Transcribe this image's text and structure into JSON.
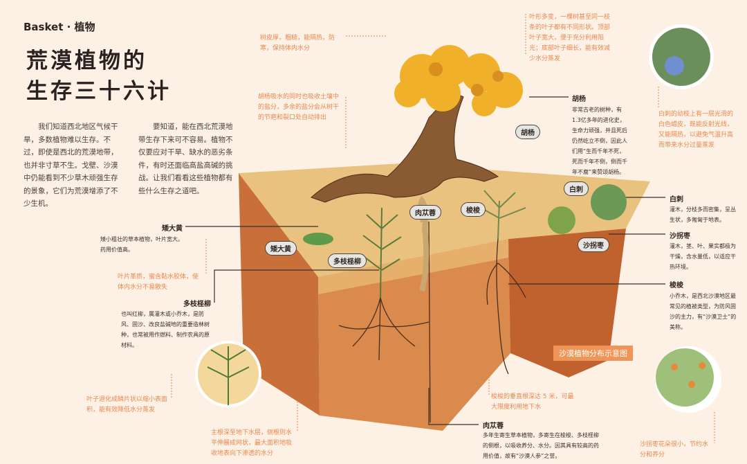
{
  "header": {
    "kicker": "Basket · 植物",
    "title_line1": "荒漠植物的",
    "title_line2": "生存三十六计"
  },
  "intro": {
    "para1": "我们知道西北地区气候干旱，多数植物难以生存。不过，即使是西北的荒漠地带，也并非寸草不生。戈壁、沙漠中仍能看到不少草木顽强生存的景象，它们为荒漠增添了不少生机。",
    "para2": "要知道，能在西北荒漠地带生存下来可不容易。植物不仅要应对干旱、缺水的恶劣条件，有时还面临高盐高碱的挑战。让我们看看这些植物都有些什么生存之道吧。"
  },
  "notes": {
    "bark": "树皮厚，粗糙，能隔热，防寒，保持体内水分",
    "salt": "胡杨吸水的同时也吸收土壤中的盐分，多余的盐分会从树干的节疤和裂口处自动排出",
    "leaves": "叶形多变，一棵树甚至同一枝条的叶子都有不同形状。顶部叶子宽大，便于充分利用阳光；底部叶子细长，能有效减少水分蒸发",
    "baici_branch": "白刺的幼枝上有一层光滑的白色蜡皮，既能反射光线，又能隔热，以避免气温升高而带来水分过量蒸发",
    "aidahuang_leaf": "叶片革质，蜜含黏水胶体，使体内水分不易散失",
    "chengliu_leaf": "叶子退化成鳞片状以缩小表面积，能有效降低水分蒸发",
    "chengliu_root": "主根深至地下水层，侧根则水平伸展成网状，最大面积地吸收地表向下渗透的水分",
    "suosuo_root": "梭梭的垂直根深达 5 米，可最大限度利用地下水",
    "shaguaizao_flower": "沙拐枣花朵很小，节约水分和养分"
  },
  "plants": {
    "huyang": {
      "name": "胡杨",
      "desc": "非常古老的树种，有1.3亿多年的进化史，生命力顽强，并且死后仍然屹立不倒，因此人们用“生而千年不死，死而千年不倒，倒而千年不腐”来赞颂胡杨。"
    },
    "baici": {
      "name": "白刺",
      "desc": "灌木，分枝多而密集，呈丛生状，多匍匐于地表。"
    },
    "shaguaizao": {
      "name": "沙拐枣",
      "desc": "灌木，茎、叶、果实都极为干燥，含水量低，以适应干热环境。"
    },
    "suosuo": {
      "name": "梭梭",
      "desc": "小乔木，是西北沙漠地区最常见的植被类型，为防风固沙的主力，有“沙漠卫士”的美称。"
    },
    "aidahuang": {
      "name": "矮大黄",
      "desc": "矮小粗壮的草本植物，叶片宽大。药用价值高。"
    },
    "duozhichengliu": {
      "name": "多枝柽柳",
      "desc": "也叫红柳，属灌木或小乔木，是防风、固沙、改良盐碱地的重要造林树种，也常被用作燃料、制作农具的原材料。"
    },
    "roucongrong": {
      "name": "肉苁蓉",
      "desc": "多年生寄生草本植物，多寄生在梭梭、多枝柽柳的侧根，以吸收养分、水分。因其具有较高的药用价值，故有“沙漠人参”之誉。"
    }
  },
  "diagram": {
    "caption": "沙漠植物分布示意图"
  },
  "colors": {
    "background": "#fdf1e6",
    "note": "#e8884e",
    "banner": "#ee9557",
    "sand": "#e8c27e",
    "soil": "#d4824a"
  }
}
